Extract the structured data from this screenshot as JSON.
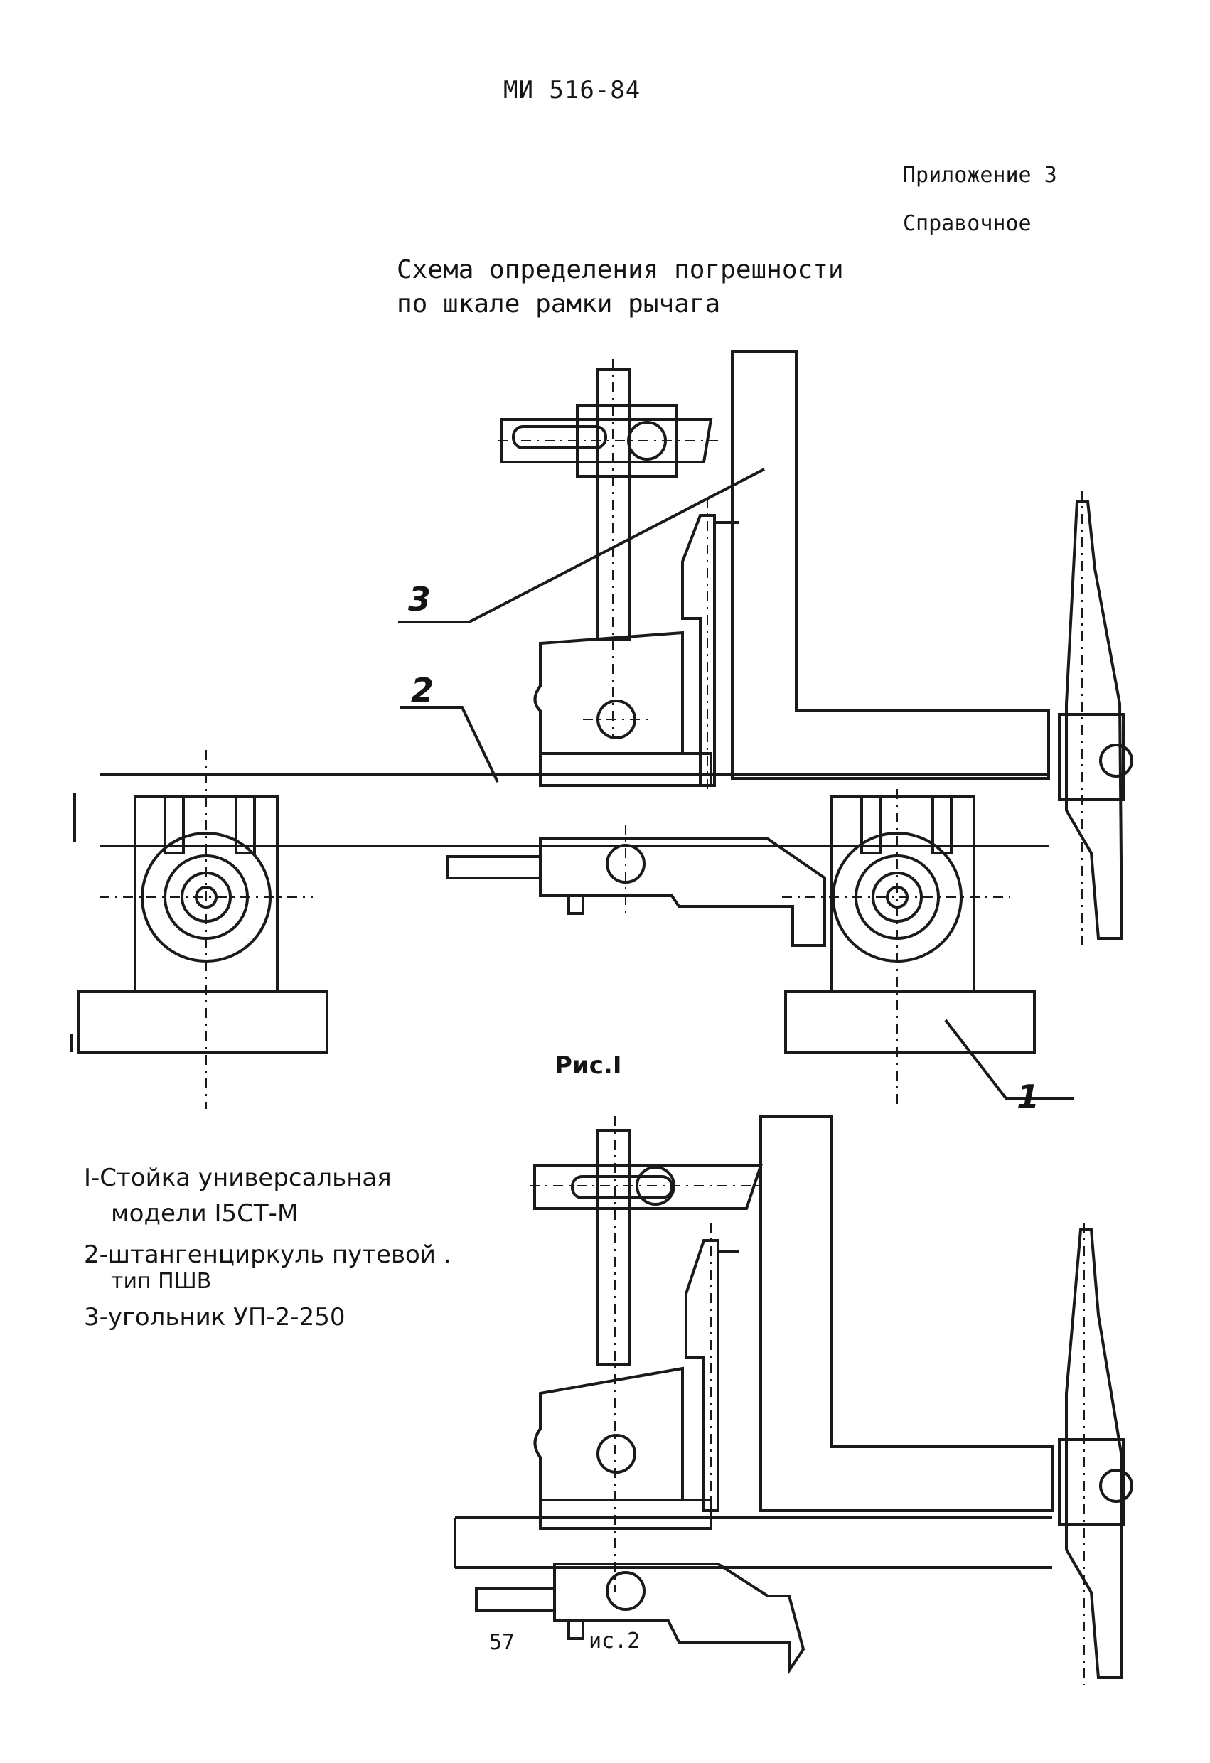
{
  "header": {
    "doc_number": "МИ 516-84",
    "appendix": "Приложение 3",
    "reference": "Справочное"
  },
  "title": {
    "line1": "Схема определения погрешности",
    "line2": "по шкале рамки рычага"
  },
  "figure1": {
    "caption": "Рис.I",
    "labels": [
      "1",
      "2",
      "3"
    ]
  },
  "legend": {
    "item1_line1": "I-Стойка универсальная",
    "item1_line2": "модели I5СТ-М",
    "item2_line1": "2-штангенциркуль путевой .",
    "item2_line2": "тип ПШВ",
    "item3": "3-угольник УП-2-250"
  },
  "footer": {
    "page_number": "57",
    "figure2_caption": "ис.2"
  }
}
